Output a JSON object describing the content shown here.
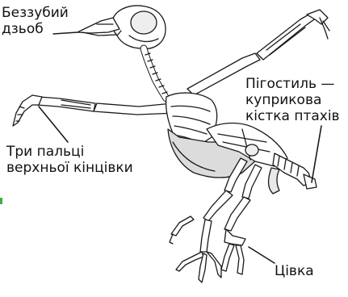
{
  "labels": {
    "beak": {
      "line1": "Беззубий",
      "line2": "дзьоб"
    },
    "pygostyle": {
      "line1": "Пігостиль —",
      "line2": "куприкова",
      "line3": "кістка птахів"
    },
    "fingers": {
      "line1": "Три пальці",
      "line2": "верхньої кінцівки"
    },
    "tarsus": {
      "line1": "Цівка"
    }
  },
  "colors": {
    "line": "#1a1a1a",
    "bone_fill": "#ffffff",
    "shade": "#d9d9d9",
    "edge_mark": "#3cb043"
  }
}
